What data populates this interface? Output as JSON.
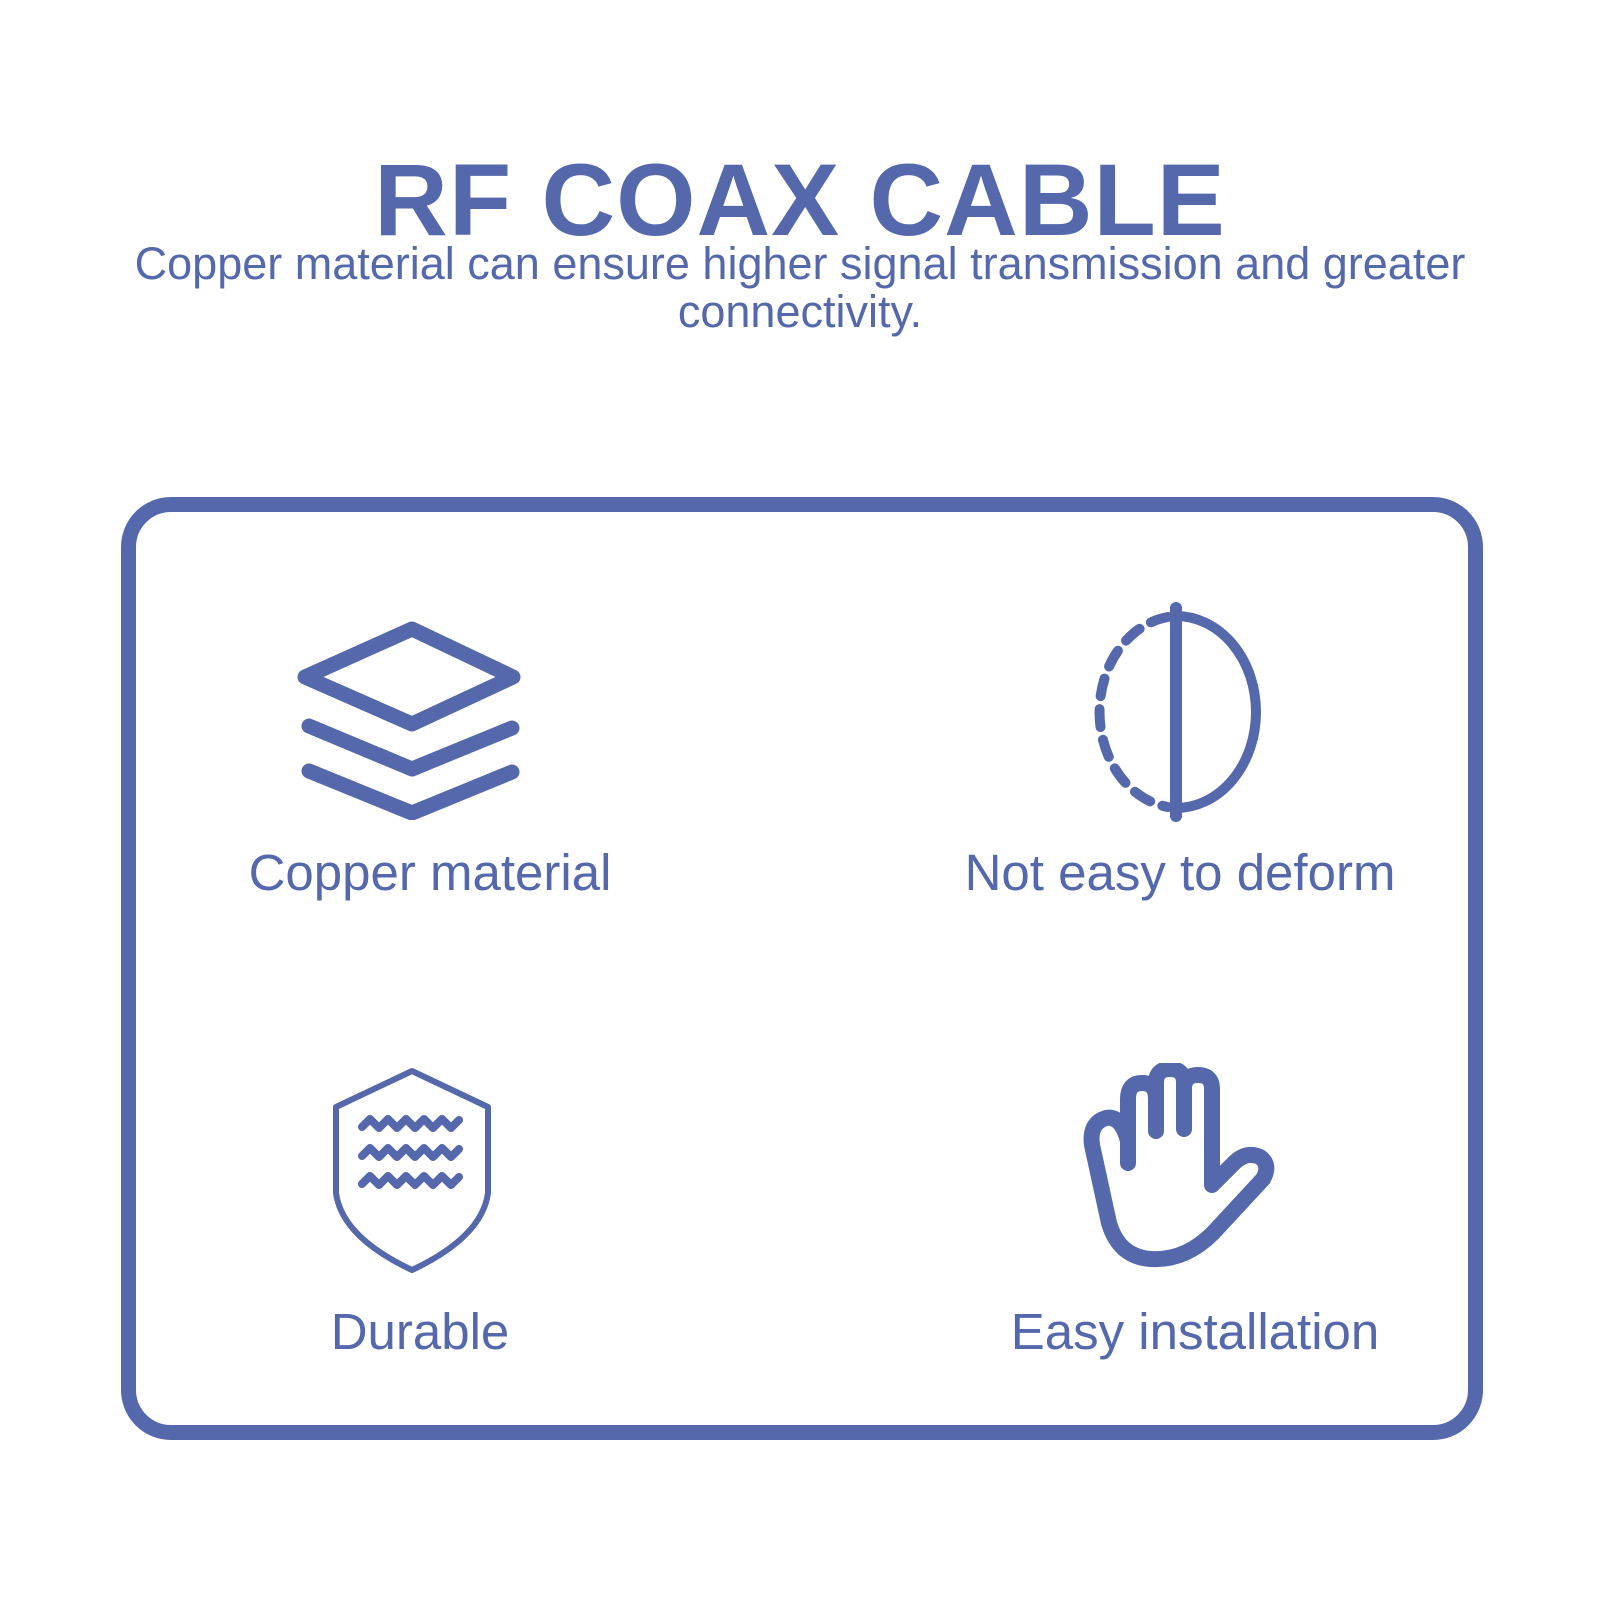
{
  "header": {
    "title": "RF COAX CABLE",
    "subtitle": "Copper material can ensure higher signal transmission and greater connectivity."
  },
  "features": [
    {
      "icon": "layers-icon",
      "label": "Copper material"
    },
    {
      "icon": "half-circle-icon",
      "label": "Not easy to deform"
    },
    {
      "icon": "waterproof-shield-icon",
      "label": "Durable"
    },
    {
      "icon": "hand-icon",
      "label": "Easy installation"
    }
  ],
  "colors": {
    "accent": "#5468ab",
    "background": "#ffffff"
  }
}
